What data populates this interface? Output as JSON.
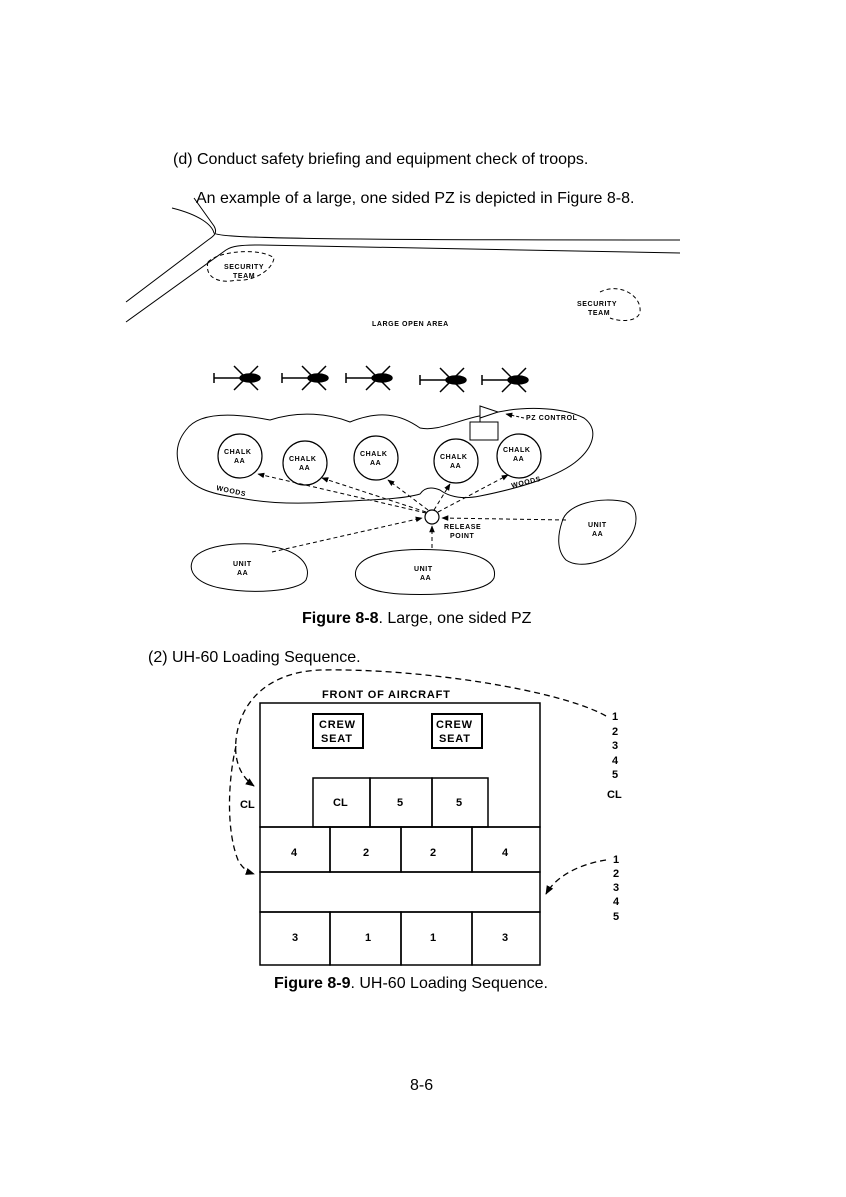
{
  "step_d": "(d) Conduct safety briefing and equipment check of troops.",
  "intro": "An example of a large, one sided PZ is depicted in Figure 8-8.",
  "fig88": {
    "labels": {
      "security_team_1": [
        "SECURITY",
        "TEAM"
      ],
      "security_team_2": [
        "SECURITY",
        "TEAM"
      ],
      "large_open_area": "LARGE OPEN AREA",
      "pz_control": "PZ CONTROL",
      "chalk": [
        "CHALK",
        "AA"
      ],
      "woods": "WOODS",
      "release_point": [
        "RELEASE",
        "POINT"
      ],
      "unit": [
        "UNIT",
        "AA"
      ]
    },
    "caption_label": "Figure 8-8",
    "caption_text": ".  Large, one sided PZ"
  },
  "section2": "(2) UH-60 Loading Sequence.",
  "fig89": {
    "front": "FRONT OF AIRCRAFT",
    "crew_seat": [
      "CREW",
      "SEAT"
    ],
    "row1": [
      "CL",
      "5",
      "5"
    ],
    "side_cl": "CL",
    "row2": [
      "4",
      "2",
      "2",
      "4"
    ],
    "row4": [
      "3",
      "1",
      "1",
      "3"
    ],
    "seq_top": [
      "1",
      "2",
      "3",
      "4",
      "5",
      "CL"
    ],
    "seq_bottom": [
      "1",
      "2",
      "3",
      "4",
      "5"
    ],
    "caption_label": "Figure 8-9",
    "caption_text": ". UH-60 Loading Sequence."
  },
  "page_number": "8-6"
}
